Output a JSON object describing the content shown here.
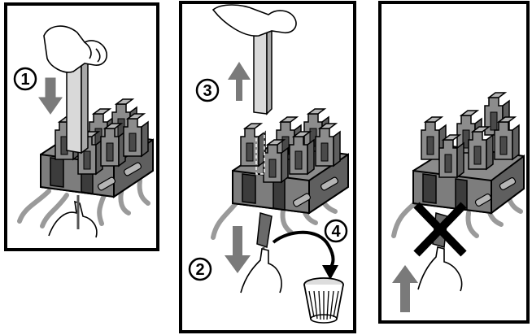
{
  "panels": [
    {
      "id": "panel-insert",
      "steps": [
        "1"
      ]
    },
    {
      "id": "panel-extract",
      "steps": [
        "3",
        "2",
        "4"
      ]
    },
    {
      "id": "panel-wrong",
      "steps": []
    }
  ],
  "colors": {
    "housing": "#8c8c8c",
    "housing_light": "#b5b5b5",
    "housing_dark": "#5a5a5a",
    "tool": "#d9d9d9",
    "arrow": "#7a7a7a",
    "wire": "#9a9a9a",
    "cross": "#000000",
    "outline": "#000000"
  },
  "icons": {
    "step_badge": "circled-number-icon",
    "direction": "block-arrow-icon",
    "discard": "waste-bin-icon",
    "prohibited": "cross-mark-icon",
    "hand": "hand-icon"
  }
}
